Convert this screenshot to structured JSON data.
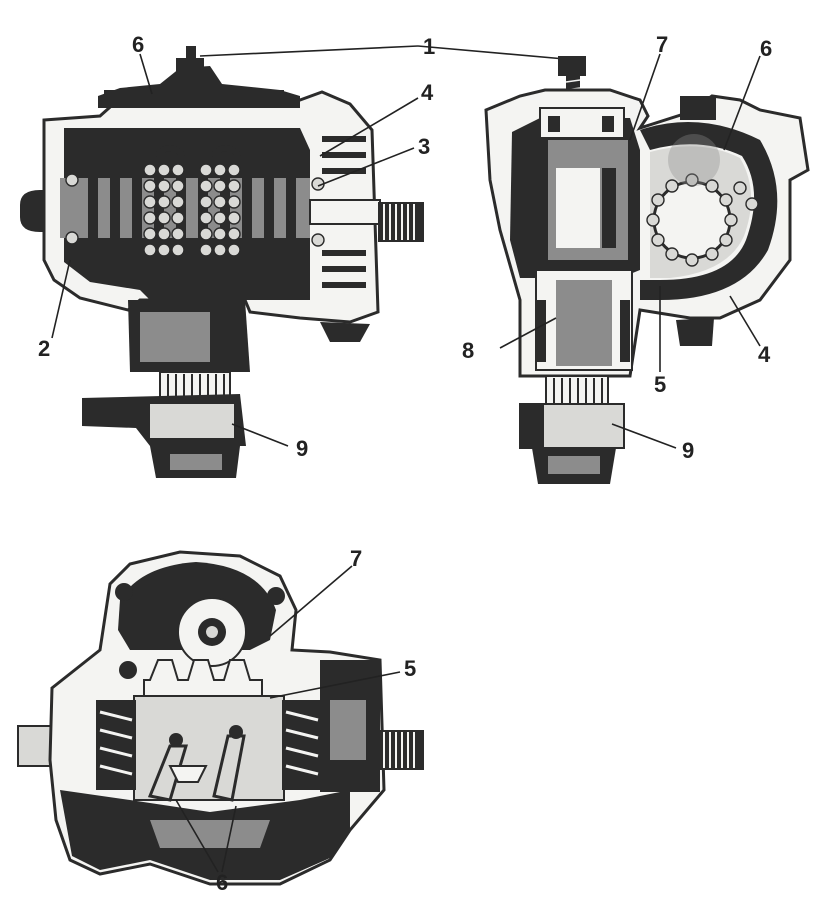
{
  "colors": {
    "ink": "#2b2b2b",
    "paper": "#f4f4f2",
    "background": "#ffffff"
  },
  "views": {
    "side_section": {
      "labels": {
        "l1": "1",
        "l2": "2",
        "l3": "3",
        "l4": "4",
        "l6": "6",
        "l9": "9"
      }
    },
    "end_section": {
      "labels": {
        "l4": "4",
        "l5": "5",
        "l6": "6",
        "l7": "7",
        "l8": "8",
        "l9": "9"
      }
    },
    "bottom_view": {
      "labels": {
        "l5": "5",
        "l6": "6",
        "l7": "7"
      }
    }
  }
}
